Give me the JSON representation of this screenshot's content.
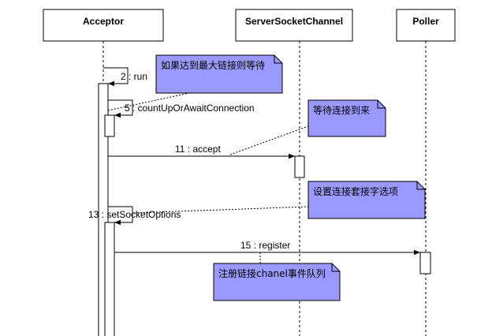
{
  "colors": {
    "note_fill": "#9999ff",
    "note_border": "#000000",
    "line": "#000000",
    "activation_fill": "#ffffff"
  },
  "participants": [
    {
      "id": "acceptor",
      "label": "Acceptor"
    },
    {
      "id": "server-socket-channel",
      "label": "ServerSocketChannel"
    },
    {
      "id": "poller",
      "label": "Poller"
    }
  ],
  "messages": [
    {
      "id": "run",
      "label": "2 : run",
      "kind": "self"
    },
    {
      "id": "count-up",
      "label": "5 : countUpOrAwaitConnection",
      "kind": "self"
    },
    {
      "id": "accept",
      "label": "11 : accept",
      "kind": "call"
    },
    {
      "id": "set-socket-options",
      "label": "13 : setSocketOptions",
      "kind": "self"
    },
    {
      "id": "register",
      "label": "15 : register",
      "kind": "call"
    }
  ],
  "notes": [
    {
      "id": "note-wait-max",
      "text": "如果达到最大链接则等待"
    },
    {
      "id": "note-wait-conn",
      "text": "等待连接到来"
    },
    {
      "id": "note-set-options",
      "text": "设置连接套接字选项"
    },
    {
      "id": "note-register",
      "text": "注册链接chanel事件队列"
    }
  ]
}
